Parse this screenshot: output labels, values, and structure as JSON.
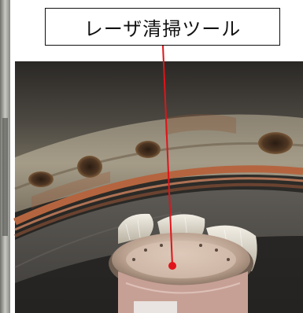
{
  "callout": {
    "label": "レーザ清掃ツール",
    "line_color": "#e0141a",
    "box_border": "#111111",
    "box_fill": "#ffffff"
  },
  "photo": {
    "scene": "pipe-interior-photo",
    "subject": "laser-cleaning-tool-head-with-brushes"
  }
}
